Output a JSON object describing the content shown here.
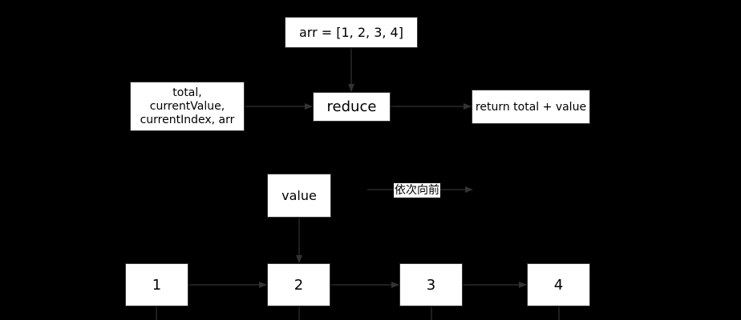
{
  "nodes": {
    "array": "arr = [1, 2, 3, 4]",
    "params": "total, currentValue, currentIndex, arr",
    "reduce": "reduce",
    "return": "return total + value",
    "value": "value",
    "items": [
      "1",
      "2",
      "3",
      "4"
    ]
  },
  "caption": "依次向前",
  "colors": {
    "background": "#000000",
    "node_fill": "#ffffff",
    "line": "#333333"
  }
}
